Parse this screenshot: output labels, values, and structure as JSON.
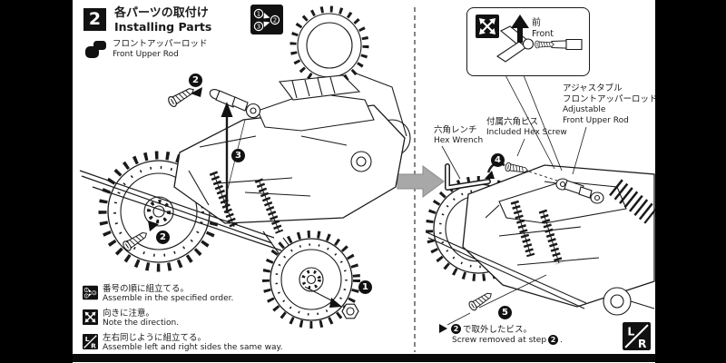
{
  "colors": {
    "ink": "#1a1a1a",
    "paper": "#ffffff",
    "letterbox": "#000000",
    "gray_arrow": "#a8a8a8"
  },
  "header": {
    "step_number": "2",
    "title_jp": "各パーツの取付け",
    "title_en": "Installing Parts"
  },
  "part_item": {
    "name_jp": "フロントアッパーロッド",
    "name_en": "Front Upper Rod"
  },
  "inset": {
    "front_jp": "前",
    "front_en": "Front"
  },
  "labels": {
    "hex_wrench_jp": "六角レンチ",
    "hex_wrench_en": "Hex Wrench",
    "included_screw_jp": "付属六角ビス",
    "included_screw_en": "Included Hex Screw",
    "adjustable_jp_1": "アジャスタブル",
    "adjustable_jp_2": "フロントアッパーロッド",
    "adjustable_en_1": "Adjustable",
    "adjustable_en_2": "Front Upper Rod"
  },
  "callouts": {
    "c1": "1",
    "c2_top": "2",
    "c2_side": "2",
    "c3": "3",
    "c4": "4",
    "c5": "5"
  },
  "removed_note": {
    "jp_step": "2",
    "jp_text": "で取外したビス。",
    "en_pre": "Screw removed at step ",
    "en_step": "2",
    "en_post": "."
  },
  "notes": [
    {
      "icon": "order-icon",
      "jp": "番号の順に組立てる。",
      "en": "Assemble in the specified order."
    },
    {
      "icon": "direction-icon",
      "jp": "向きに注意。",
      "en": "Note the direction."
    },
    {
      "icon": "left-right-icon",
      "jp": "左右同じように組立てる。",
      "en": "Assemble left and right sides the same way."
    }
  ],
  "icons": {
    "order": {
      "n1": "1",
      "n2": "2",
      "n3": "3"
    },
    "lr": {
      "l": "L",
      "r": "R"
    }
  }
}
